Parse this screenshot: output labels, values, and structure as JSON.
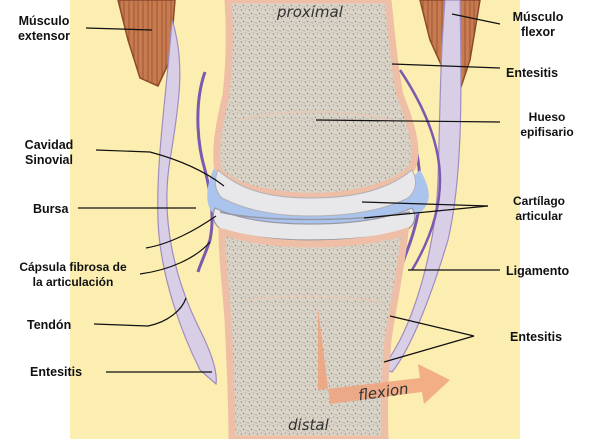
{
  "labels": {
    "musculo_extensor": [
      "Músculo",
      "extensor"
    ],
    "musculo_flexor": [
      "Músculo",
      "flexor"
    ],
    "entesitis_top": "Entesitis",
    "hueso_epifisario": [
      "Hueso",
      "epifisario"
    ],
    "cavidad_sinovial": [
      "Cavidad",
      "Sinovial"
    ],
    "bursa": "Bursa",
    "cartilago_articular": [
      "Cartílago",
      "articular"
    ],
    "capsula_fibrosa": [
      "Cápsula fibrosa de",
      "la articulación"
    ],
    "ligamento": "Ligamento",
    "tendon": "Tendón",
    "entesitis_right": "Entesitis",
    "entesitis_left": "Entesitis"
  },
  "annotations": {
    "proximal": "proximal",
    "distal": "distal",
    "flexion": "flexion"
  },
  "colors": {
    "skin": "#fbeeb0",
    "muscle": "#c97b50",
    "muscle_line": "#8a4a2a",
    "bone_gray": "#cfc9bc",
    "bone_outline": "#eebfa6",
    "cartilage": "#e8e8ea",
    "synovial": "#aac4ee",
    "capsule": "#7a5ab0",
    "tendon": "#d8cfe6",
    "flexion_arrow": "#f0a27c"
  }
}
